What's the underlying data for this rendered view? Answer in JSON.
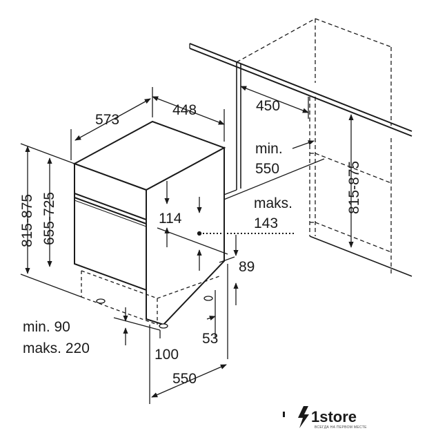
{
  "dimensions": {
    "depth_573": "573",
    "width_448": "448",
    "depth_450": "450",
    "min_550_a": "min.",
    "min_550_b": "550",
    "niche_height_815_875": "815-875",
    "height_815_875": "815-875",
    "height_655_725": "655-725",
    "plinth_114": "114",
    "maks_143_a": "maks.",
    "maks_143_b": "143",
    "foot_89": "89",
    "foot_53": "53",
    "min_90": "min. 90",
    "maks_220": "maks. 220",
    "foot_100": "100",
    "depth_550": "550"
  },
  "logo": {
    "name": "1store",
    "tagline": "ВСЕГДА НА ПЕРВОМ МЕСТЕ"
  },
  "colors": {
    "line": "#1a1a1a",
    "background": "#ffffff"
  }
}
